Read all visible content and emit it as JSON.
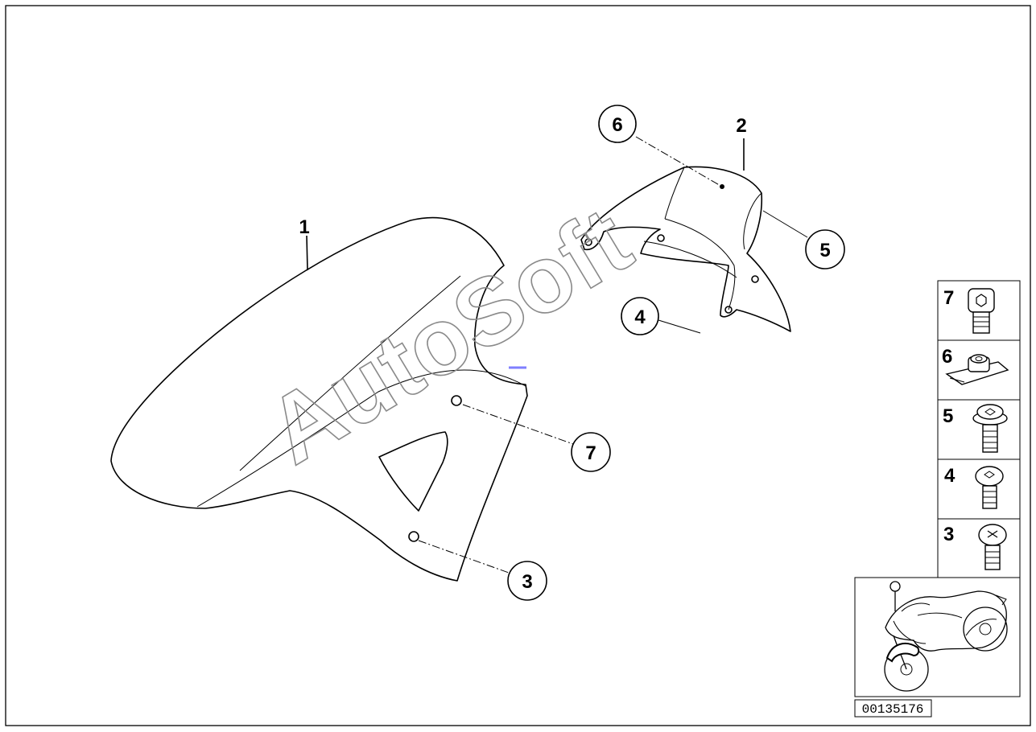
{
  "diagram": {
    "callouts": [
      {
        "id": "1",
        "label": "1"
      },
      {
        "id": "2",
        "label": "2"
      },
      {
        "id": "3",
        "label": "3"
      },
      {
        "id": "4",
        "label": "4"
      },
      {
        "id": "5",
        "label": "5"
      },
      {
        "id": "6",
        "label": "6"
      },
      {
        "id": "7",
        "label": "7"
      }
    ],
    "parts_legend": [
      {
        "number": "7",
        "icon": "hex-socket-bolt-icon"
      },
      {
        "number": "6",
        "icon": "clip-nut-icon"
      },
      {
        "number": "5",
        "icon": "collar-screw-icon"
      },
      {
        "number": "4",
        "icon": "torx-screw-icon"
      },
      {
        "number": "3",
        "icon": "phillips-screw-icon"
      }
    ],
    "watermark": "AutoSoft",
    "reference_number": "00135176",
    "thumbnail_icon": "motorcycle-icon"
  }
}
